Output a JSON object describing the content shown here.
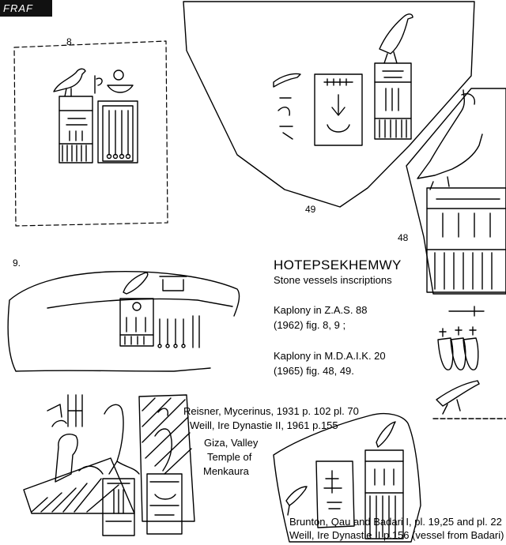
{
  "logo_text": "FRAF",
  "figure_labels": {
    "fig8": "8.",
    "fig9": "9.",
    "fig48": "48",
    "fig49": "49"
  },
  "caption": {
    "title": "HOTEPSEKHEMWY",
    "subtitle": "Stone vessels inscriptions",
    "ref1_line1": "Kaplony  in  Z.A.S. 88",
    "ref1_line2": "(1962)  fig. 8, 9 ;",
    "ref2_line1": "Kaplony  in  M.D.A.I.K. 20",
    "ref2_line2": "(1965)   fig. 48, 49."
  },
  "reisner": {
    "line1": "Reisner, Mycerinus, 1931 p. 102 pl. 70",
    "line2": "Weill, Ire Dynastie II, 1961 p.155",
    "line3": "Giza, Valley",
    "line4": "Temple of",
    "line5": "Menkaura"
  },
  "brunton": {
    "line1": "Brunton, Qau and Badari I, pl. 19,25 and pl. 22",
    "line2": "Weill, Ire Dynastie II p.156 (vessel from Badari)"
  },
  "colors": {
    "ink": "#000000",
    "paper": "#ffffff"
  }
}
